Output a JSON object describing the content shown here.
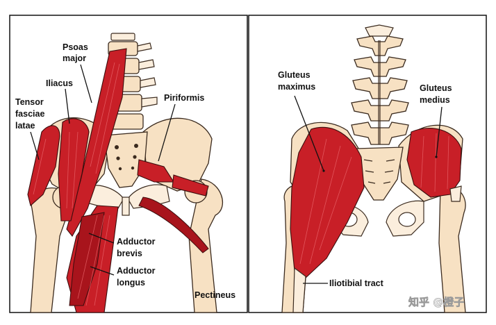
{
  "left_panel": {
    "labels": {
      "psoas_major": [
        "Psoas",
        "major"
      ],
      "iliacus": "Iliacus",
      "tensor_fasciae_latae": [
        "Tensor",
        "fasciae",
        "latae"
      ],
      "piriformis": "Piriformis",
      "adductor_brevis": [
        "Adductor",
        "brevis"
      ],
      "adductor_longus": [
        "Adductor",
        "longus"
      ],
      "pectineus": "Pectineus"
    }
  },
  "right_panel": {
    "labels": {
      "gluteus_maximus": [
        "Gluteus",
        "maximus"
      ],
      "gluteus_medius": [
        "Gluteus",
        "medius"
      ],
      "iliotibial_tract": "Iliotibial tract"
    }
  },
  "watermark": "知乎 @橙子",
  "colors": {
    "muscle": "#c81f27",
    "bone": "#f7e1c3",
    "outline": "#3a2a1e"
  }
}
